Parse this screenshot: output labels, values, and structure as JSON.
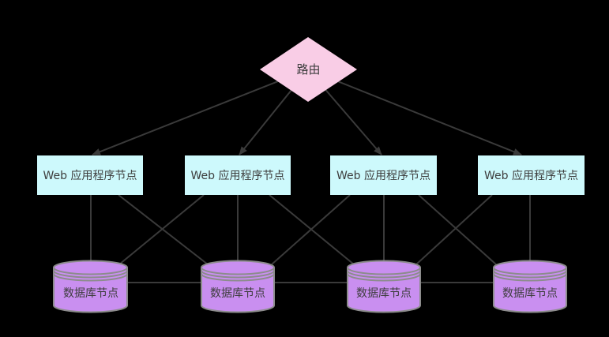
{
  "diagram": {
    "title": "load-balanced web cluster topology",
    "router": {
      "label": "路由",
      "shape": "diamond"
    },
    "web_nodes": [
      {
        "id": "web-node-1",
        "label": "Web 应用程序节点"
      },
      {
        "id": "web-node-2",
        "label": "Web 应用程序节点"
      },
      {
        "id": "web-node-3",
        "label": "Web 应用程序节点"
      },
      {
        "id": "web-node-4",
        "label": "Web 应用程序节点"
      }
    ],
    "db_nodes": [
      {
        "id": "db-node-1",
        "label": "数据库节点"
      },
      {
        "id": "db-node-2",
        "label": "数据库节点"
      },
      {
        "id": "db-node-3",
        "label": "数据库节点"
      },
      {
        "id": "db-node-4",
        "label": "数据库节点"
      }
    ],
    "edges": [
      {
        "from": "router",
        "to": "web-node-1",
        "type": "arrow"
      },
      {
        "from": "router",
        "to": "web-node-2",
        "type": "arrow"
      },
      {
        "from": "router",
        "to": "web-node-3",
        "type": "arrow"
      },
      {
        "from": "router",
        "to": "web-node-4",
        "type": "arrow"
      },
      {
        "from": "web-node-1",
        "to": "db-node-1",
        "type": "line"
      },
      {
        "from": "web-node-1",
        "to": "db-node-2",
        "type": "line"
      },
      {
        "from": "web-node-2",
        "to": "db-node-1",
        "type": "line"
      },
      {
        "from": "web-node-2",
        "to": "db-node-2",
        "type": "line"
      },
      {
        "from": "web-node-2",
        "to": "db-node-3",
        "type": "line"
      },
      {
        "from": "web-node-3",
        "to": "db-node-2",
        "type": "line"
      },
      {
        "from": "web-node-3",
        "to": "db-node-3",
        "type": "line"
      },
      {
        "from": "web-node-3",
        "to": "db-node-4",
        "type": "line"
      },
      {
        "from": "web-node-4",
        "to": "db-node-3",
        "type": "line"
      },
      {
        "from": "web-node-4",
        "to": "db-node-4",
        "type": "line"
      },
      {
        "from": "db-node-1",
        "to": "db-node-2",
        "type": "line"
      },
      {
        "from": "db-node-2",
        "to": "db-node-3",
        "type": "line"
      },
      {
        "from": "db-node-3",
        "to": "db-node-4",
        "type": "line"
      }
    ]
  },
  "colors": {
    "background": "#000000",
    "edge": "#3a3a3a",
    "text": "#3d3d3d",
    "router_fill": "#f9cde6",
    "web_fill": "#cdf9fc",
    "db_fill": "#c98ff0",
    "db_stroke": "#8c8c8c"
  }
}
